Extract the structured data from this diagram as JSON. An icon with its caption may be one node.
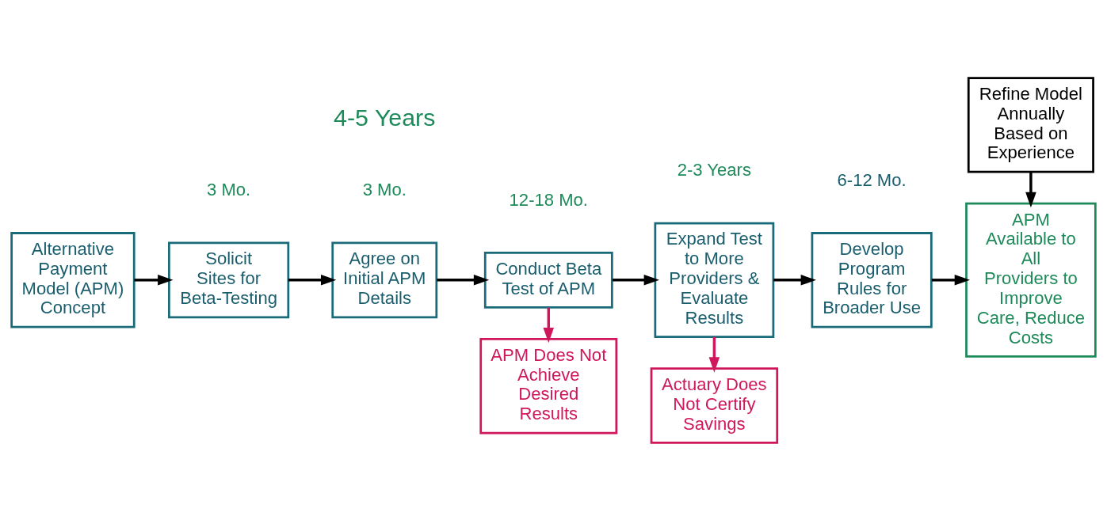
{
  "diagram": {
    "nodes": [
      {
        "text": [
          "Alternative Payment Model (APM) Concept"
        ]
      },
      {
        "text": [
          "Solicit Sites for Beta-Testing"
        ]
      },
      {
        "text": [
          "Agree on Initial APM Details"
        ]
      },
      {
        "text": [
          "Conduct Beta Test of APM"
        ]
      },
      {
        "text": [
          "Expand Test to More Providers & Evaluate Results"
        ]
      },
      {
        "text": [
          "Develop Program Rules for Broader Use"
        ]
      },
      {
        "text": [
          "APM Available to All Providers to Improve Care, Reduce Costs"
        ]
      },
      {
        "text": [
          "APM Does Not Achieve Desired Results"
        ]
      },
      {
        "text": [
          "Actuary Does Not Certify Savings"
        ]
      },
      {
        "text": [
          "Refine Model Annually Based on Experience"
        ]
      }
    ],
    "edges": [
      {
        "from": 0,
        "to": 1,
        "arrow": "to"
      },
      {
        "from": 1,
        "to": 2,
        "arrow": "to"
      },
      {
        "from": 2,
        "to": 3,
        "arrow": "to"
      },
      {
        "from": 3,
        "to": 4,
        "arrow": "to"
      },
      {
        "from": 3,
        "to": 7,
        "arrow": "to",
        "color": "#d0175b"
      },
      {
        "from": 4,
        "to": 5,
        "arrow": "to"
      },
      {
        "from": 4,
        "to": 8,
        "arrow": "to",
        "color": "#d0175b"
      },
      {
        "from": 5,
        "to": 6,
        "arrow": "to"
      },
      {
        "from": 9,
        "to": 6,
        "arrow": "to"
      }
    ],
    "labels": [
      "4-5 Years",
      "3 Mo.",
      "3 Mo.",
      "12-18 Mo.",
      "2-3 Years",
      "6-12 Mo."
    ]
  }
}
